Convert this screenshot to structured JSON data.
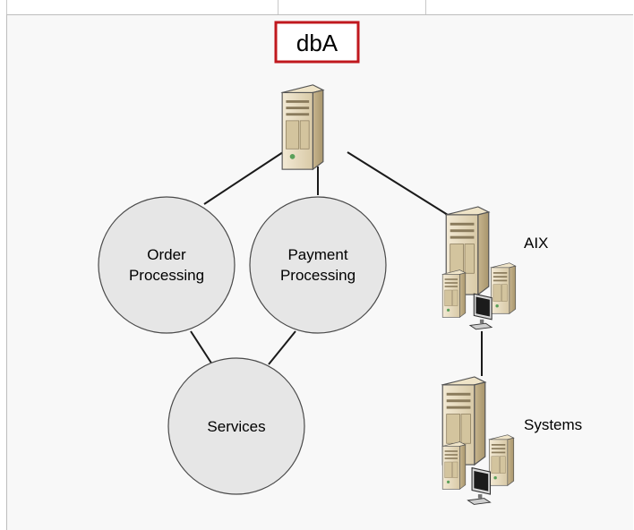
{
  "title": "dbA",
  "nodes": {
    "order_processing": [
      "Order",
      "Processing"
    ],
    "payment_processing": [
      "Payment",
      "Processing"
    ],
    "services": "Services",
    "aix": "AIX",
    "systems": "Systems"
  },
  "colors": {
    "title_border": "#c0181e",
    "circle_fill": "#e6e6e6",
    "circle_stroke": "#4a4a4a",
    "server_beige": "#e8dcc0"
  },
  "icons": {
    "db_server": "tower-server-icon",
    "aix_cluster": "server-cluster-icon",
    "systems_cluster": "server-cluster-icon"
  }
}
